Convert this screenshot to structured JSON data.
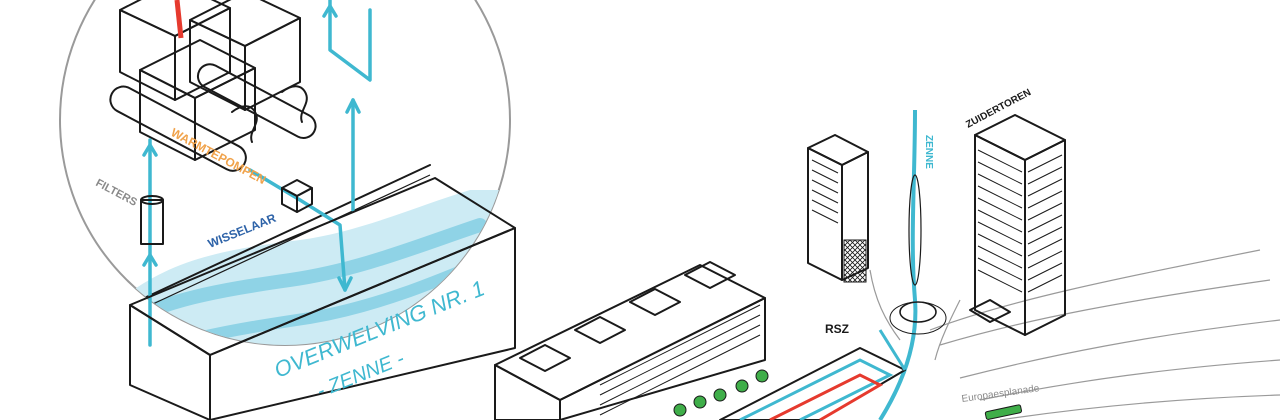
{
  "labels": {
    "warmtepompen": "WARMTEPOMPEN",
    "filters": "FILTERS",
    "wisselaar": "WISSELAAR",
    "overwelving_line1": "OVERWELVING NR. 1",
    "overwelving_line2": "- ZENNE -",
    "zenne": "ZENNE",
    "zuidertoren": "ZUIDERTOREN",
    "rsz": "RSZ",
    "europaesplanade": "Europaesplanade"
  },
  "colors": {
    "water": "#3fb8d0",
    "water_light": "#bfe6f1",
    "heat_pump": "#f0a24a",
    "hot": "#e63a2e",
    "exchanger": "#2e63a8",
    "outline": "#1a1a1a",
    "label_gray": "#8a8a8a",
    "tree": "#3fae49"
  }
}
